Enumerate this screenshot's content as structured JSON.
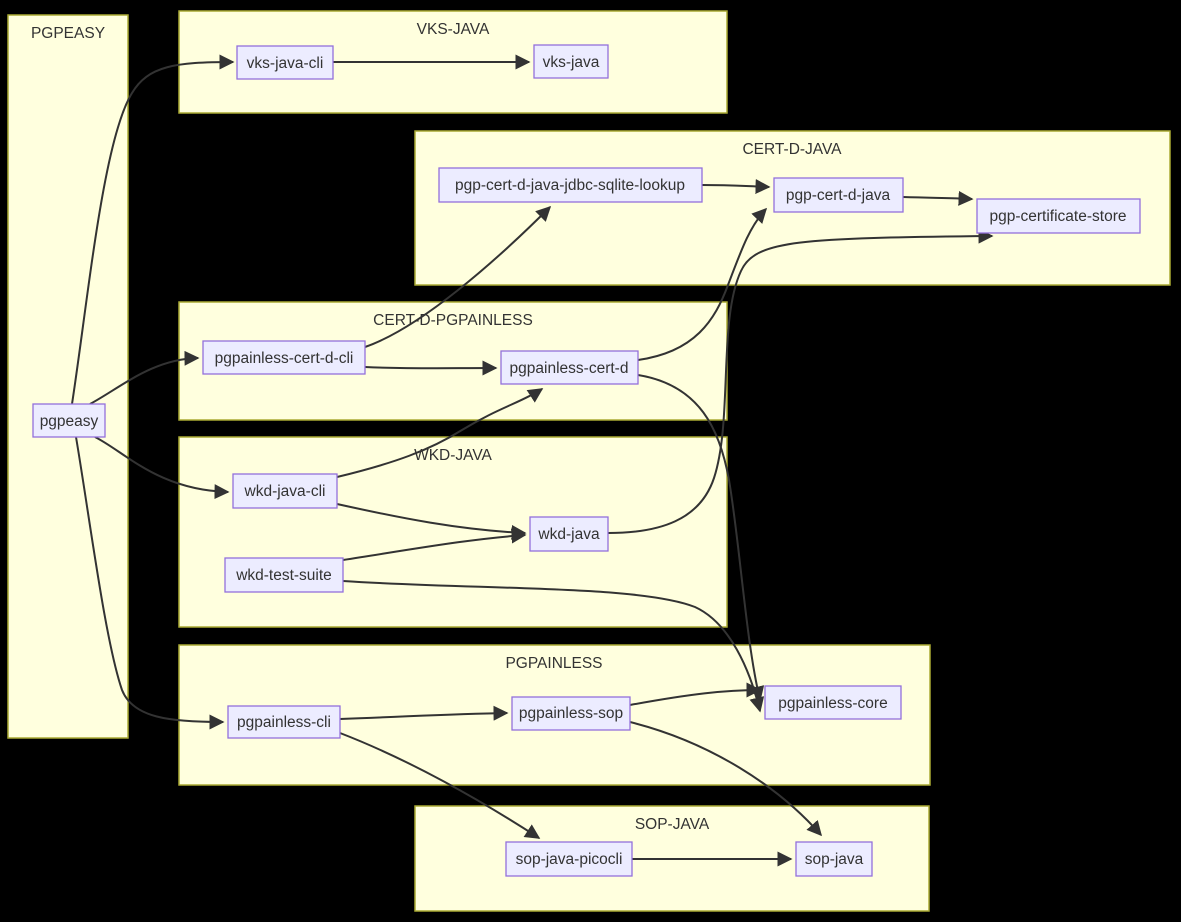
{
  "diagram": {
    "type": "flowchart",
    "background": "#000000",
    "colors": {
      "background": "#000000",
      "cluster_fill": "#ffffde",
      "cluster_border": "#aaaa33",
      "node_fill": "#ececff",
      "node_border": "#9370db",
      "edge_color": "#333333",
      "text_color": "#333333"
    },
    "clusters": [
      {
        "id": "pgpeasy-group",
        "label": "PGPEASY",
        "nodes": [
          "pgpeasy"
        ]
      },
      {
        "id": "vks-java-group",
        "label": "VKS-JAVA",
        "nodes": [
          "vks-java-cli",
          "vks-java"
        ]
      },
      {
        "id": "cert-d-java-group",
        "label": "CERT-D-JAVA",
        "nodes": [
          "pgp-cert-d-java-jdbc-sqlite-lookup",
          "pgp-cert-d-java",
          "pgp-certificate-store"
        ]
      },
      {
        "id": "cert-d-pgpainless-group",
        "label": "CERT-D-PGPAINLESS",
        "nodes": [
          "pgpainless-cert-d-cli",
          "pgpainless-cert-d"
        ]
      },
      {
        "id": "wkd-java-group",
        "label": "WKD-JAVA",
        "nodes": [
          "wkd-java-cli",
          "wkd-java",
          "wkd-test-suite"
        ]
      },
      {
        "id": "pgpainless-group",
        "label": "PGPAINLESS",
        "nodes": [
          "pgpainless-cli",
          "pgpainless-sop",
          "pgpainless-core"
        ]
      },
      {
        "id": "sop-java-group",
        "label": "SOP-JAVA",
        "nodes": [
          "sop-java-picocli",
          "sop-java"
        ]
      }
    ],
    "nodes": {
      "pgpeasy": {
        "label": "pgpeasy"
      },
      "vks-java-cli": {
        "label": "vks-java-cli"
      },
      "vks-java": {
        "label": "vks-java"
      },
      "pgp-cert-d-java-jdbc-sqlite-lookup": {
        "label": "pgp-cert-d-java-jdbc-sqlite-lookup"
      },
      "pgp-cert-d-java": {
        "label": "pgp-cert-d-java"
      },
      "pgp-certificate-store": {
        "label": "pgp-certificate-store"
      },
      "pgpainless-cert-d-cli": {
        "label": "pgpainless-cert-d-cli"
      },
      "pgpainless-cert-d": {
        "label": "pgpainless-cert-d"
      },
      "wkd-java-cli": {
        "label": "wkd-java-cli"
      },
      "wkd-java": {
        "label": "wkd-java"
      },
      "wkd-test-suite": {
        "label": "wkd-test-suite"
      },
      "pgpainless-cli": {
        "label": "pgpainless-cli"
      },
      "pgpainless-sop": {
        "label": "pgpainless-sop"
      },
      "pgpainless-core": {
        "label": "pgpainless-core"
      },
      "sop-java-picocli": {
        "label": "sop-java-picocli"
      },
      "sop-java": {
        "label": "sop-java"
      }
    },
    "edges": [
      {
        "from": "pgpeasy",
        "to": "vks-java-cli"
      },
      {
        "from": "pgpeasy",
        "to": "pgpainless-cert-d-cli"
      },
      {
        "from": "pgpeasy",
        "to": "wkd-java-cli"
      },
      {
        "from": "pgpeasy",
        "to": "pgpainless-cli"
      },
      {
        "from": "vks-java-cli",
        "to": "vks-java"
      },
      {
        "from": "pgpainless-cert-d-cli",
        "to": "pgp-cert-d-java-jdbc-sqlite-lookup"
      },
      {
        "from": "pgpainless-cert-d-cli",
        "to": "pgpainless-cert-d"
      },
      {
        "from": "pgp-cert-d-java-jdbc-sqlite-lookup",
        "to": "pgp-cert-d-java"
      },
      {
        "from": "pgp-cert-d-java",
        "to": "pgp-certificate-store"
      },
      {
        "from": "pgpainless-cert-d",
        "to": "pgp-cert-d-java"
      },
      {
        "from": "pgpainless-cert-d",
        "to": "pgpainless-core"
      },
      {
        "from": "wkd-java-cli",
        "to": "pgpainless-cert-d"
      },
      {
        "from": "wkd-java-cli",
        "to": "wkd-java"
      },
      {
        "from": "wkd-test-suite",
        "to": "wkd-java"
      },
      {
        "from": "wkd-test-suite",
        "to": "pgpainless-core"
      },
      {
        "from": "wkd-java",
        "to": "pgp-certificate-store"
      },
      {
        "from": "pgpainless-cli",
        "to": "pgpainless-sop"
      },
      {
        "from": "pgpainless-cli",
        "to": "sop-java-picocli"
      },
      {
        "from": "pgpainless-sop",
        "to": "pgpainless-core"
      },
      {
        "from": "pgpainless-sop",
        "to": "sop-java"
      },
      {
        "from": "sop-java-picocli",
        "to": "sop-java"
      }
    ]
  }
}
